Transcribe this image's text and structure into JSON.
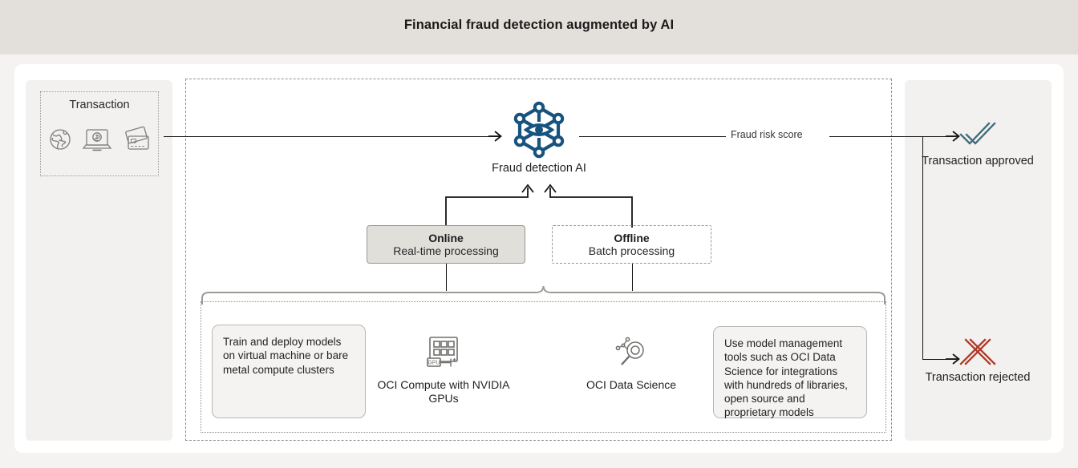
{
  "header": {
    "title": "Financial fraud detection augmented by AI",
    "band_color": "#e3e0dc"
  },
  "colors": {
    "ai_blue": "#16537e",
    "approved_green": "#3e6b7a",
    "rejected_red": "#b03a28",
    "panel_gray": "#f2f1ef",
    "card_white": "#ffffff",
    "line_black": "#141414"
  },
  "left_panel": {
    "name": "transaction-source",
    "box_label": "Transaction",
    "icons": [
      {
        "name": "globe-icon",
        "title": "globe"
      },
      {
        "name": "laptop-payment-icon",
        "title": "laptop with dollar"
      },
      {
        "name": "credit-card-icon",
        "title": "credit cards"
      }
    ]
  },
  "center": {
    "ai_icon_name": "fraud-detection-ai-icon",
    "ai_label": "Fraud detection AI",
    "flow_label": "Fraud risk score"
  },
  "processing": [
    {
      "name": "online-processing",
      "title": "Online",
      "subtitle": "Real-time processing",
      "style": "filled"
    },
    {
      "name": "offline-processing",
      "title": "Offline",
      "subtitle": "Batch processing",
      "style": "dashed"
    }
  ],
  "infrastructure": {
    "note_left": "Train and deploy models on virtual machine or bare metal compute clusters",
    "note_right": "Use model management tools such as OCI Data Science for integrations with hundreds of libraries, open source and proprietary models",
    "features": [
      {
        "name": "oci-compute-nvidia-gpus",
        "icon": "gpu-icon",
        "label": "OCI Compute with NVIDIA GPUs",
        "icon_text": "GPU"
      },
      {
        "name": "oci-data-science",
        "icon": "data-science-icon",
        "label": "OCI Data Science"
      }
    ]
  },
  "outcomes": [
    {
      "name": "transaction-approved",
      "icon": "double-check-icon",
      "label": "Transaction approved"
    },
    {
      "name": "transaction-rejected",
      "icon": "double-x-icon",
      "label": "Transaction rejected"
    }
  ]
}
